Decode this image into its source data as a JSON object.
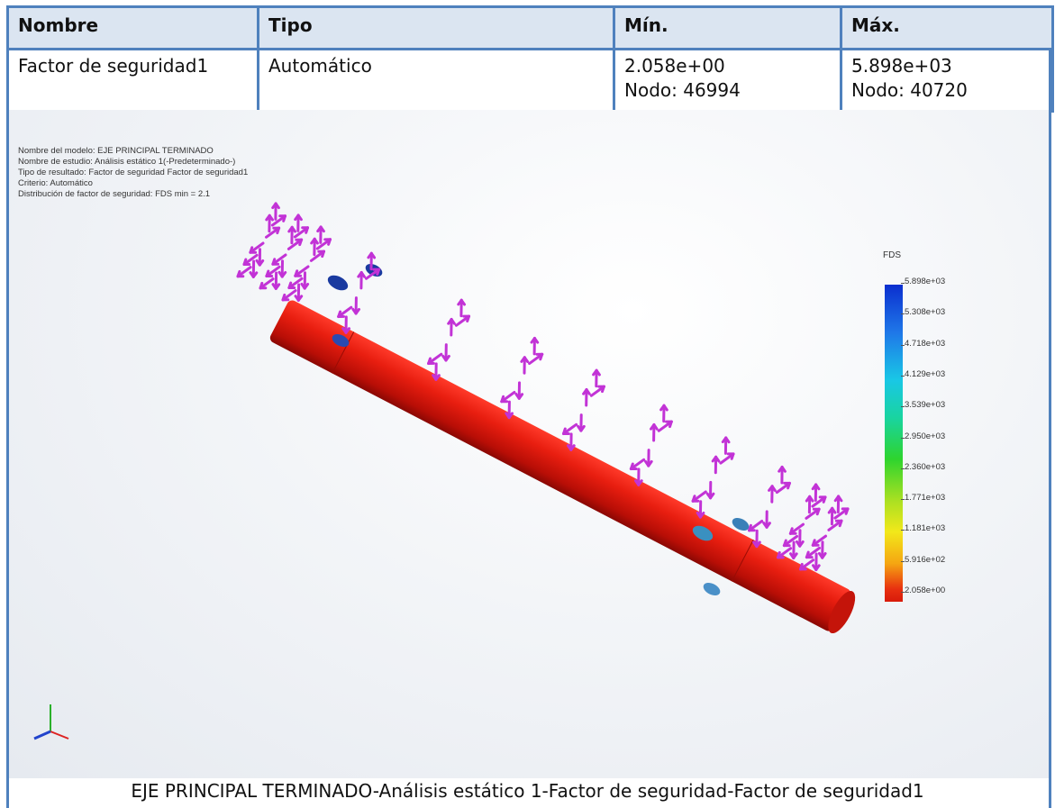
{
  "table": {
    "headers": [
      "Nombre",
      "Tipo",
      "Mín.",
      "Máx."
    ],
    "row": {
      "nombre": "Factor de seguridad1",
      "tipo": "Automático",
      "min_value": "2.058e+00",
      "min_node": "Nodo: 46994",
      "max_value": "5.898e+03",
      "max_node": "Nodo: 40720"
    }
  },
  "info": {
    "line1": "Nombre del modelo: EJE PRINCIPAL TERMINADO",
    "line2": "Nombre de estudio: Análisis estático 1(-Predeterminado-)",
    "line3": "Tipo de resultado: Factor de seguridad Factor de seguridad1",
    "line4": "Criterio: Automático",
    "line5": "Distribución de factor de seguridad: FDS min = 2.1"
  },
  "legend": {
    "title": "FDS",
    "ticks": [
      "5.898e+03",
      "5.308e+03",
      "4.718e+03",
      "4.129e+03",
      "3.539e+03",
      "2.950e+03",
      "2.360e+03",
      "1.771e+03",
      "1.181e+03",
      "5.916e+02",
      "2.058e+00"
    ],
    "colors": {
      "max": "#0b2fcf",
      "min": "#d81a0a"
    }
  },
  "caption": "EJE PRINCIPAL TERMINADO-Análisis estático 1-Factor de seguridad-Factor de seguridad1",
  "icons": {
    "triad": "xyz-triad-icon",
    "shaft": "shaft-model",
    "arrows": "load-arrows"
  }
}
